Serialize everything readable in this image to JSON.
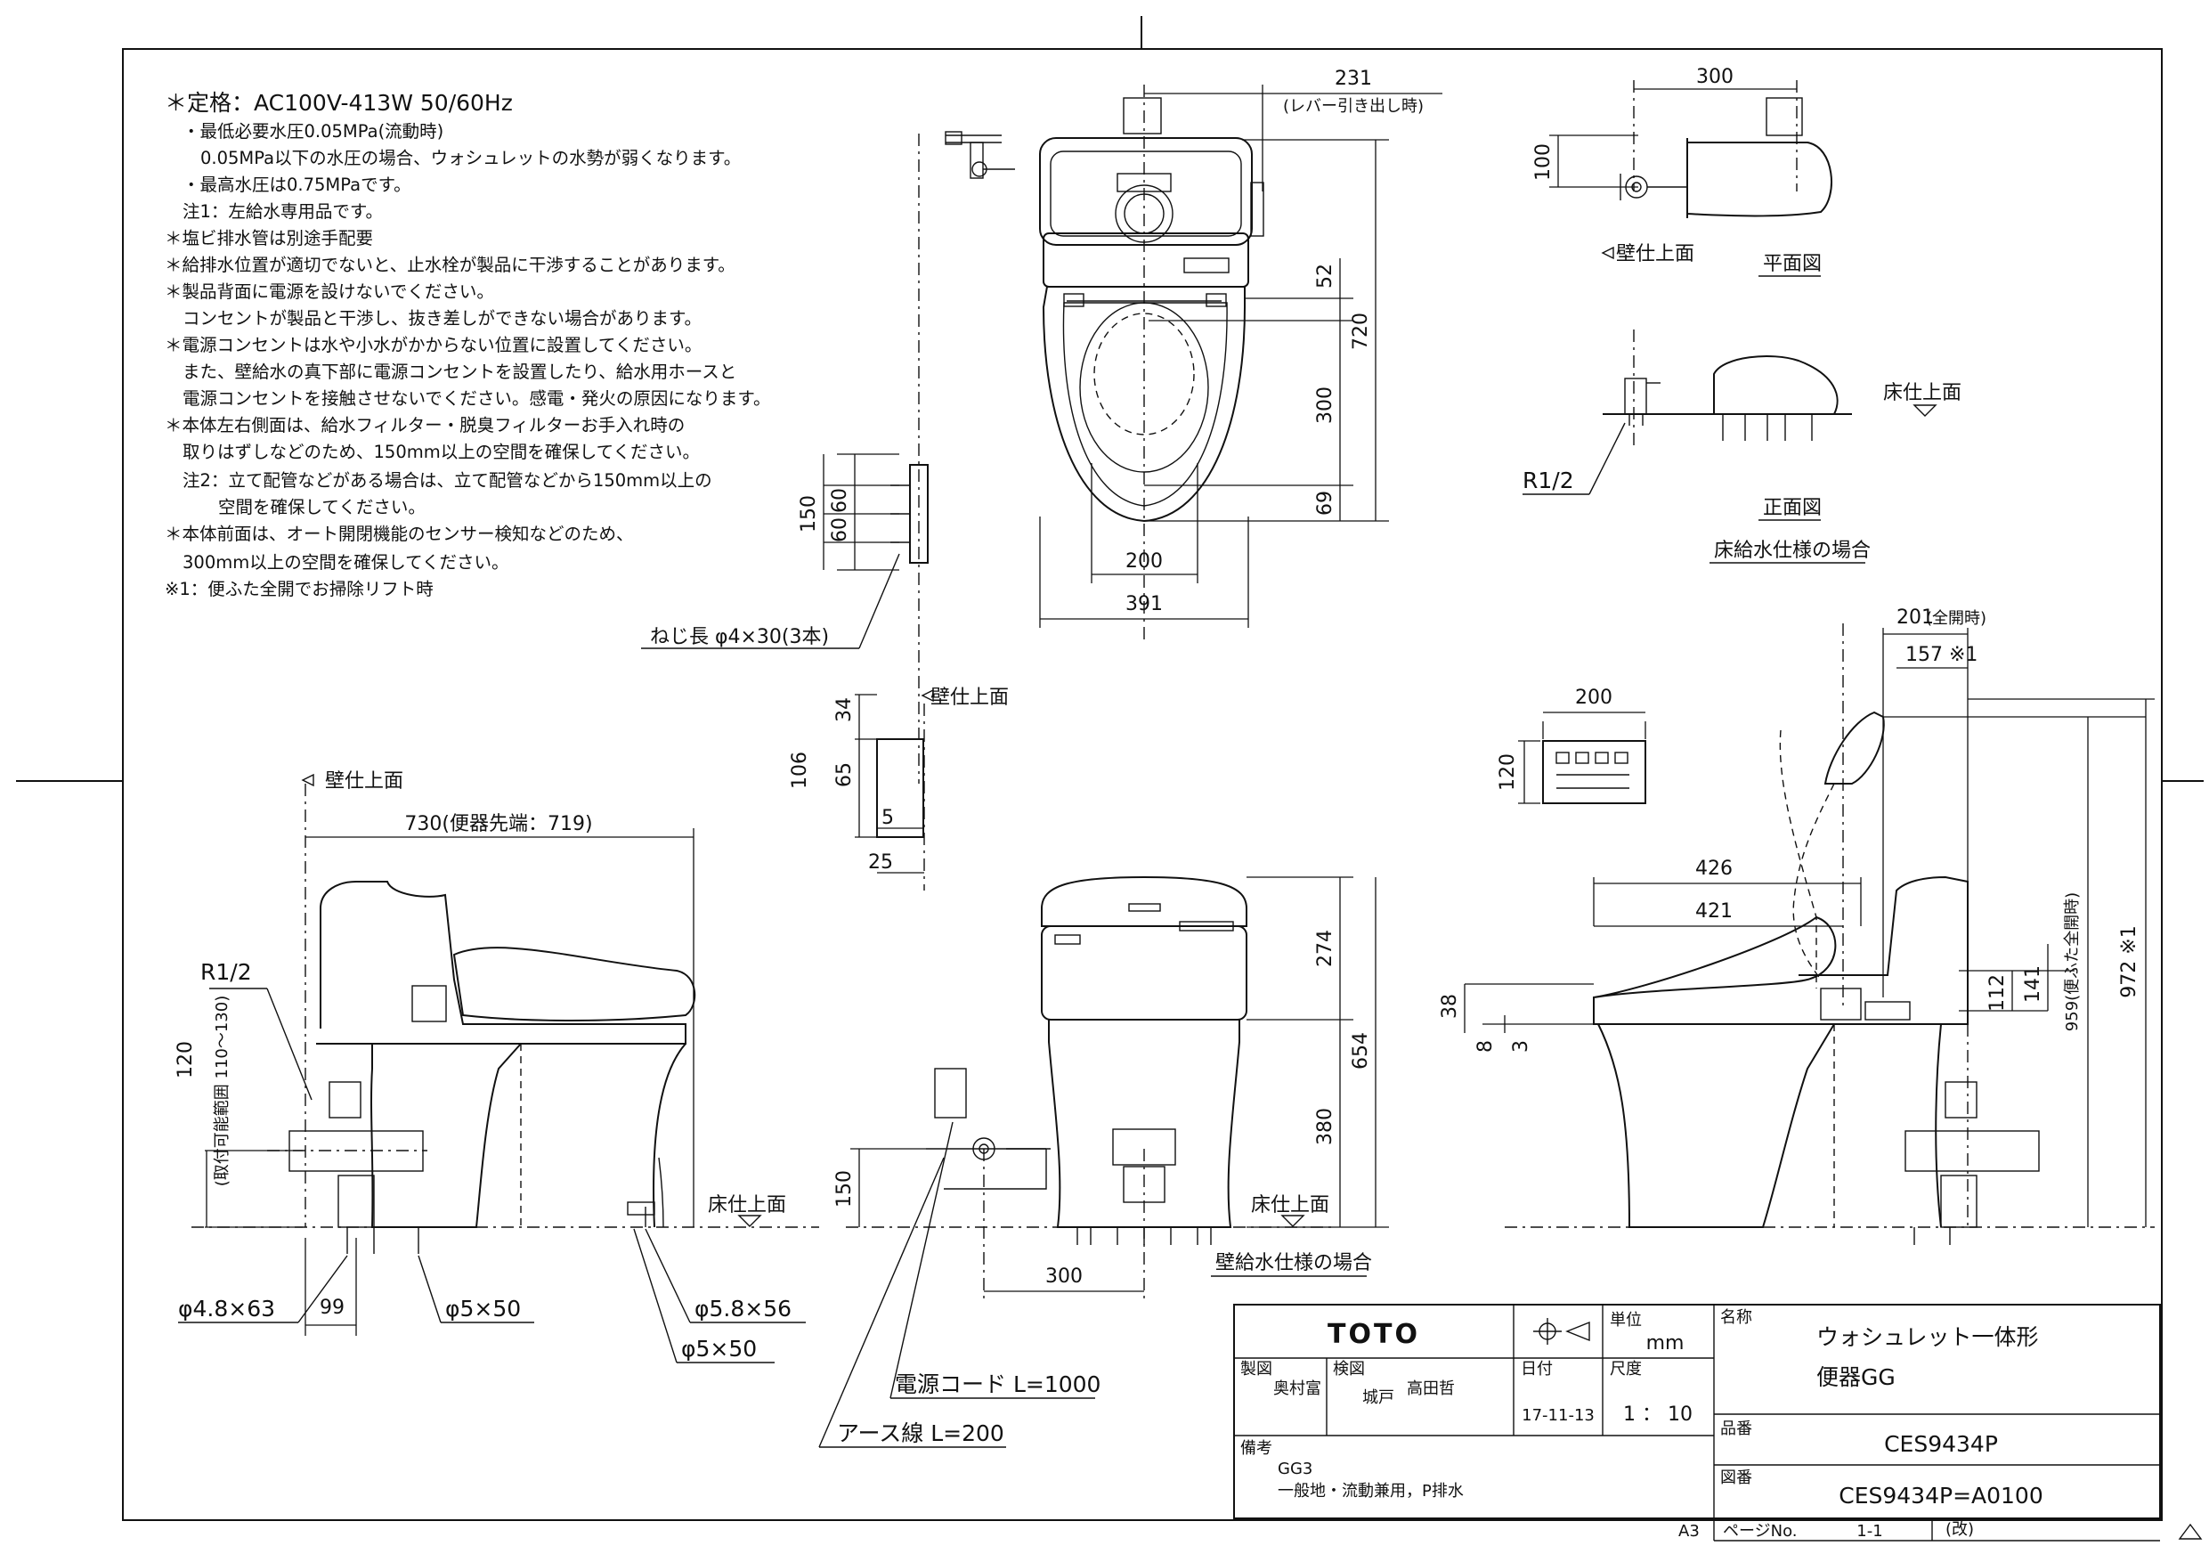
{
  "notes": [
    "＊定格：AC100V-413W 50/60Hz",
    "・最低必要水圧0.05MPa(流動時)",
    "0.05MPa以下の水圧の場合、ウォシュレットの水勢が弱くなります。",
    "・最高水圧は0.75MPaです。",
    "注1：左給水専用品です。",
    "＊塩ビ排水管は別途手配要",
    "＊給排水位置が適切でないと、止水栓が製品に干渉することがあります。",
    "＊製品背面に電源を設けないでください。",
    "コンセントが製品と干渉し、抜き差しができない場合があります。",
    "＊電源コンセントは水や小水がかからない位置に設置してください。",
    "また、壁給水の真下部に電源コンセントを設置したり、給水用ホースと",
    "電源コンセントを接触させないでください。感電・発火の原因になります。",
    "＊本体左右側面は、給水フィルター・脱臭フィルターお手入れ時の",
    "取りはずしなどのため、150mm以上の空間を確保してください。",
    "注2：立て配管などがある場合は、立て配管などから150mm以上の",
    "空間を確保してください。",
    "＊本体前面は、オート開閉機能のセンサー検知などのため、",
    "300mm以上の空間を確保してください。",
    "※1：便ふた全開でお掃除リフト時"
  ],
  "top_view": {
    "dim_231": "231",
    "lever_note": "(レバー引き出し時)",
    "dim_720": "720",
    "dim_52": "52",
    "dim_300": "300",
    "dim_69": "69",
    "dim_200": "200",
    "dim_391": "391",
    "remote_150": "150",
    "remote_60a": "60",
    "remote_60b": "60",
    "screw_label": "ねじ長 φ4×30(3本)"
  },
  "floor_supply": {
    "dim_300": "300",
    "dim_100": "100",
    "wall_label": "壁仕上面",
    "plan_label": "平面図",
    "floor_label": "床仕上面",
    "r12": "R1/2",
    "front_label": "正面図",
    "caption": "床給水仕様の場合"
  },
  "side_view": {
    "wall_label": "壁仕上面",
    "dim_730": "730(便器先端：719)",
    "r12": "R1/2",
    "dim_120": "120",
    "range_label": "(取付可能範囲 110～130)",
    "dim_99": "99",
    "floor_label": "床仕上面",
    "bolt1": "φ4.8×63",
    "bolt2": "φ5×50",
    "bolt3": "φ5.8×56",
    "bolt4": "φ5×50"
  },
  "front_view": {
    "wall_label": "壁仕上面",
    "dim_34": "34",
    "dim_106": "106",
    "dim_65": "65",
    "dim_5": "5",
    "dim_25": "25",
    "dim_274": "274",
    "dim_654": "654",
    "dim_380": "380",
    "dim_150": "150",
    "dim_300": "300",
    "floor_label": "床仕上面",
    "caption": "壁給水仕様の場合",
    "cord": "電源コード L=1000",
    "earth": "アース線 L=200"
  },
  "right_side": {
    "dim_201": "201",
    "dim_201_note": "(全開時)",
    "dim_157": "157 ※1",
    "dim_200": "200",
    "dim_120": "120",
    "dim_426": "426",
    "dim_421": "421",
    "dim_38": "38",
    "dim_8": "8",
    "dim_3": "3",
    "dim_112": "112",
    "dim_141": "141",
    "dim_959": "959(便ふた全開時)",
    "dim_972": "972 ※1"
  },
  "title_block": {
    "brand": "TOTO",
    "unit_label": "単位",
    "unit": "mm",
    "name_label": "名称",
    "name1": "ウォシュレット一体形",
    "name2": "便器GG",
    "made_label": "製図",
    "made_by": "奥村富",
    "check_label": "検図",
    "check_by1": "城戸",
    "check_by2": "高田哲",
    "date_label": "日付",
    "date": "17-11-13",
    "scale_label": "尺度",
    "scale": "1 ： 10",
    "part_label": "品番",
    "part": "CES9434P",
    "remark_label": "備考",
    "remark1": "GG3",
    "remark2": "一般地・流動兼用，P排水",
    "drawing_label": "図番",
    "drawing": "CES9434P=A0100",
    "sheet_size": "A3",
    "page_label": "ページNo.",
    "page": "1-1",
    "rev": "(改)"
  }
}
